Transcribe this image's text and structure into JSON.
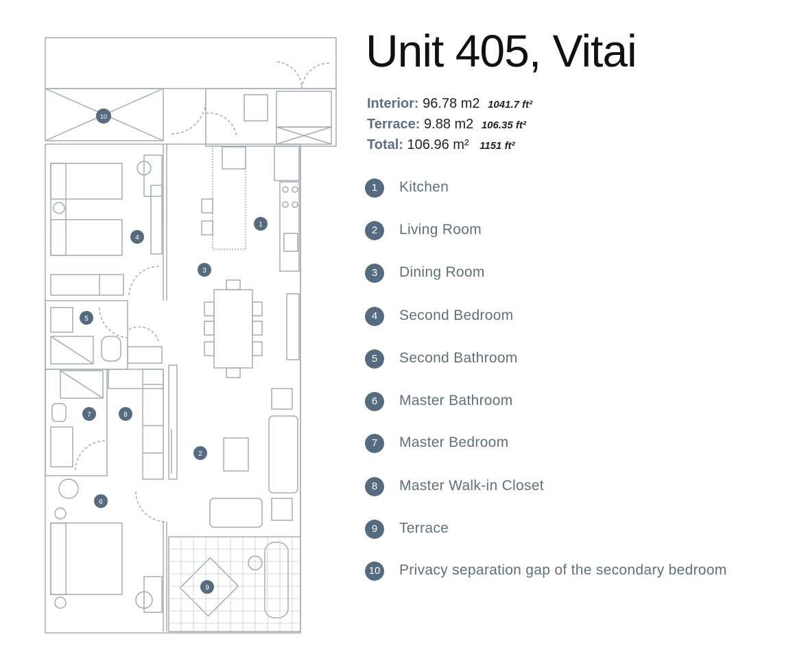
{
  "title": "Unit 405, Vitai",
  "areas": {
    "interior": {
      "label": "Interior:",
      "metric": "96.78 m2",
      "imperial": "1041.7 ft²"
    },
    "terrace": {
      "label": "Terrace:",
      "metric": "9.88 m2",
      "imperial": "106.35 ft²"
    },
    "total": {
      "label": "Total:",
      "metric": "106.96 m²",
      "imperial": "1151 ft²"
    }
  },
  "legend": [
    {
      "num": "1",
      "label": "Kitchen"
    },
    {
      "num": "2",
      "label": "Living Room"
    },
    {
      "num": "3",
      "label": "Dining Room"
    },
    {
      "num": "4",
      "label": "Second Bedroom"
    },
    {
      "num": "5",
      "label": "Second Bathroom"
    },
    {
      "num": "6",
      "label": "Master Bathroom"
    },
    {
      "num": "7",
      "label": "Master Bedroom"
    },
    {
      "num": "8",
      "label": "Master Walk-in Closet"
    },
    {
      "num": "9",
      "label": "Terrace"
    },
    {
      "num": "10",
      "label": "Privacy separation gap of the secondary bedroom"
    }
  ],
  "plan_markers": [
    "1",
    "2",
    "3",
    "4",
    "5",
    "6",
    "7",
    "8",
    "9",
    "10"
  ],
  "colors": {
    "marker": "#546b80",
    "wall": "#9aa3ab",
    "heading_accent": "#5b7084",
    "legend_text": "#5f6f7e"
  }
}
